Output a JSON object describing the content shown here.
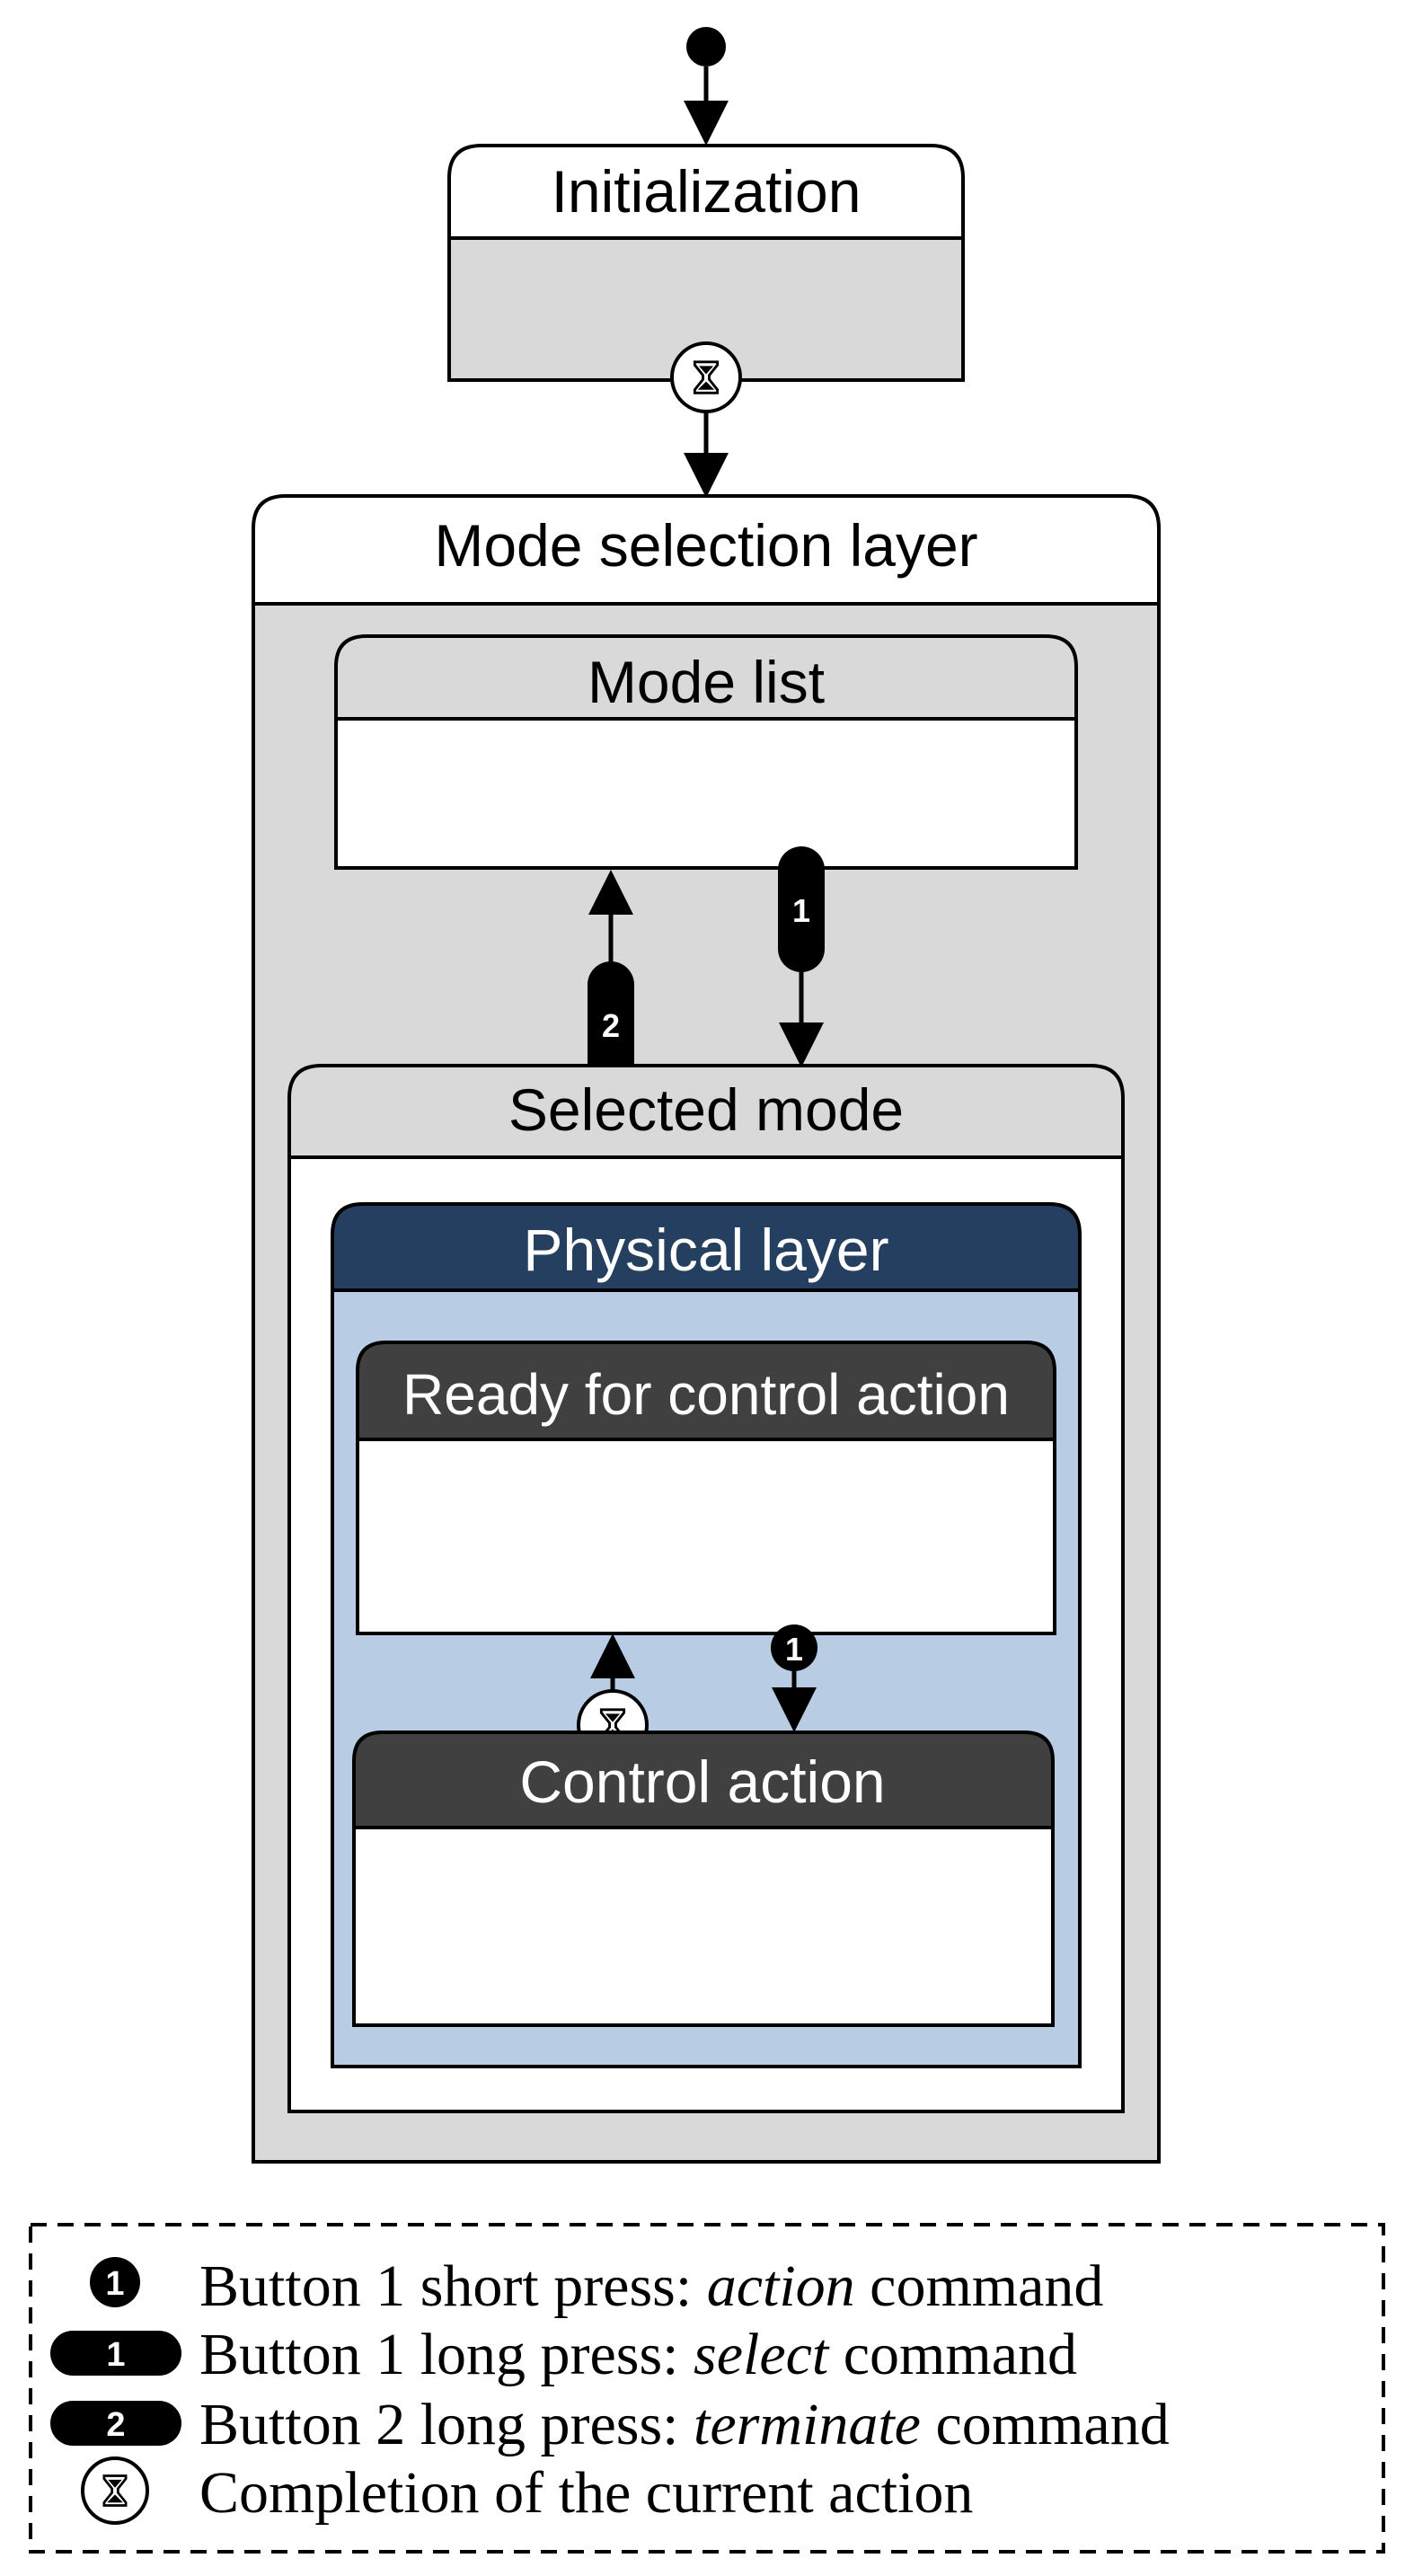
{
  "states": {
    "initialization": "Initialization",
    "mode_selection_layer": "Mode selection layer",
    "mode_list": "Mode list",
    "selected_mode": "Selected mode",
    "physical_layer": "Physical layer",
    "ready_for_control_action": "Ready for control action",
    "control_action": "Control action"
  },
  "badges": {
    "button1": "1",
    "button2": "2"
  },
  "legend": {
    "items": [
      {
        "icon": "button-1-short-press-icon",
        "text_before": "Button 1 short press: ",
        "emphasis": "action",
        "text_after": " command"
      },
      {
        "icon": "button-1-long-press-icon",
        "text_before": "Button 1 long press: ",
        "emphasis": "select",
        "text_after": " command"
      },
      {
        "icon": "button-2-long-press-icon",
        "text_before": "Button 2 long press: ",
        "emphasis": "terminate",
        "text_after": " command"
      },
      {
        "icon": "hourglass-icon",
        "text_before": "Completion of the current action",
        "emphasis": "",
        "text_after": ""
      }
    ]
  },
  "colors": {
    "outer_gray": "#d9d9d9",
    "physical_header": "#243f60",
    "physical_body": "#b8cce4",
    "dark_header": "#404040",
    "line": "#000000",
    "white": "#ffffff"
  }
}
